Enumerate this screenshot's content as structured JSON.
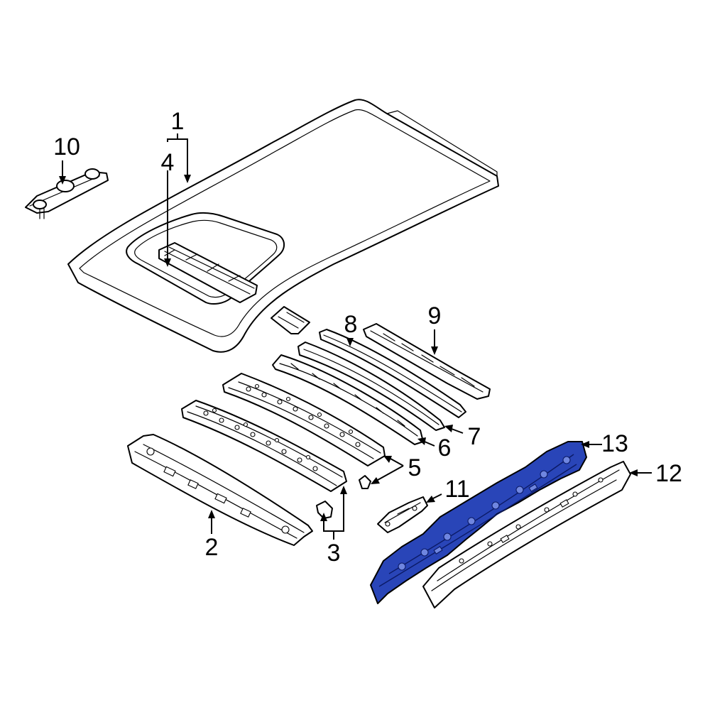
{
  "callouts": [
    {
      "number": "1"
    },
    {
      "number": "2"
    },
    {
      "number": "3"
    },
    {
      "number": "4"
    },
    {
      "number": "5"
    },
    {
      "number": "6"
    },
    {
      "number": "7"
    },
    {
      "number": "8"
    },
    {
      "number": "9"
    },
    {
      "number": "10"
    },
    {
      "number": "11"
    },
    {
      "number": "12"
    },
    {
      "number": "13"
    }
  ],
  "highlight_color": "#2945b8",
  "highlighted_part": "13"
}
